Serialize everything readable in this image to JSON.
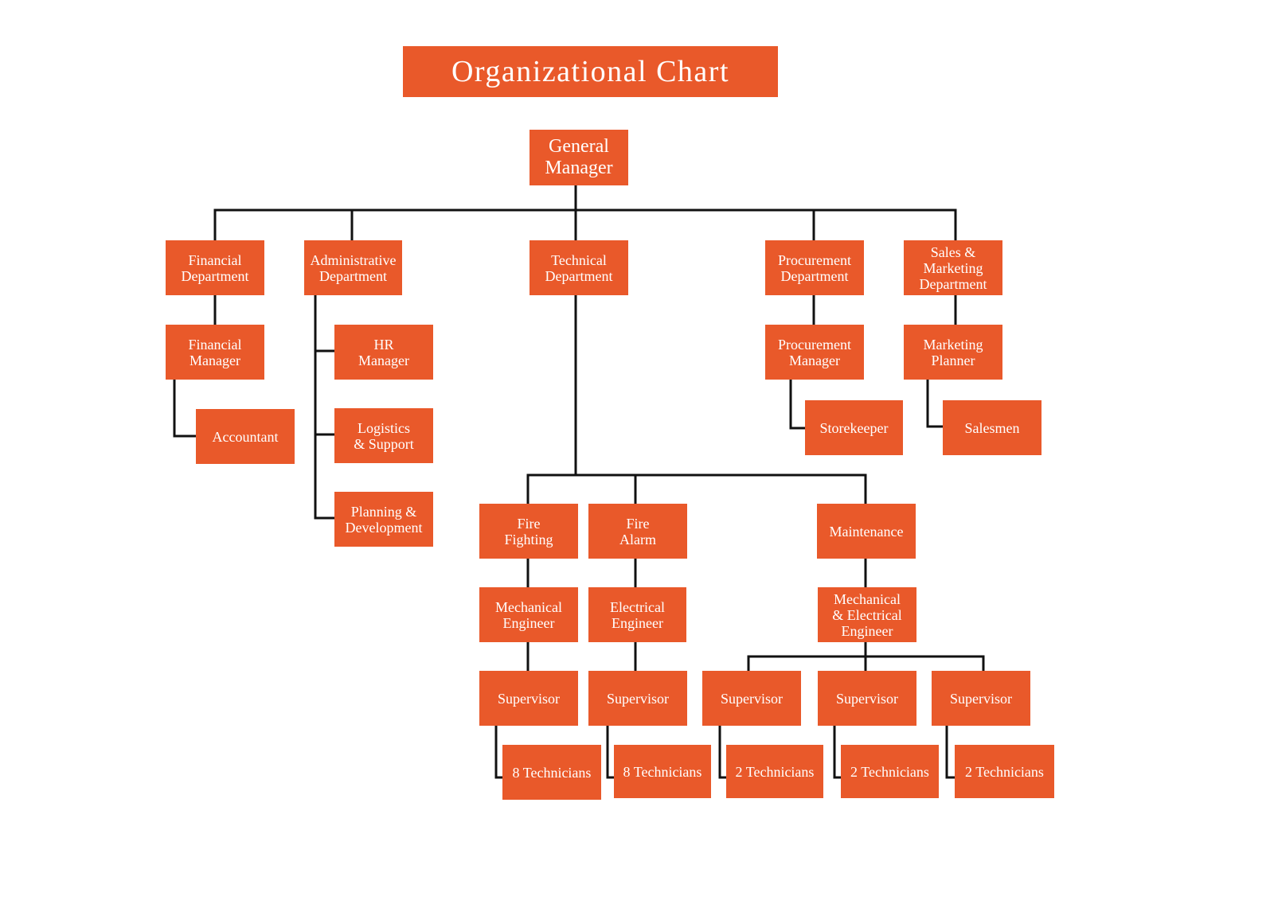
{
  "title": "Organizational Chart",
  "colors": {
    "box": "#E9592A",
    "text": "#FFFFFF",
    "connector": "#111111"
  },
  "org": {
    "general_manager": "General\nManager",
    "departments": {
      "financial": {
        "label": "Financial\nDepartment",
        "manager": "Financial\nManager",
        "staff": "Accountant"
      },
      "administrative": {
        "label": "Administrative\nDepartment",
        "units": [
          "HR\nManager",
          "Logistics\n& Support",
          "Planning &\nDevelopment"
        ]
      },
      "technical": {
        "label": "Technical\nDepartment",
        "divisions": [
          {
            "label": "Fire\nFighting",
            "engineer": "Mechanical\nEngineer",
            "supervisors": [
              {
                "label": "Supervisor",
                "technicians": "8 Technicians"
              }
            ]
          },
          {
            "label": "Fire\nAlarm",
            "engineer": "Electrical\nEngineer",
            "supervisors": [
              {
                "label": "Supervisor",
                "technicians": "8 Technicians"
              }
            ]
          },
          {
            "label": "Maintenance",
            "engineer": "Mechanical\n& Electrical\nEngineer",
            "supervisors": [
              {
                "label": "Supervisor",
                "technicians": "2 Technicians"
              },
              {
                "label": "Supervisor",
                "technicians": "2 Technicians"
              },
              {
                "label": "Supervisor",
                "technicians": "2 Technicians"
              }
            ]
          }
        ]
      },
      "procurement": {
        "label": "Procurement\nDepartment",
        "manager": "Procurement\nManager",
        "staff": "Storekeeper"
      },
      "sales_marketing": {
        "label": "Sales &\nMarketing\nDepartment",
        "manager": "Marketing\nPlanner",
        "staff": "Salesmen"
      }
    }
  }
}
